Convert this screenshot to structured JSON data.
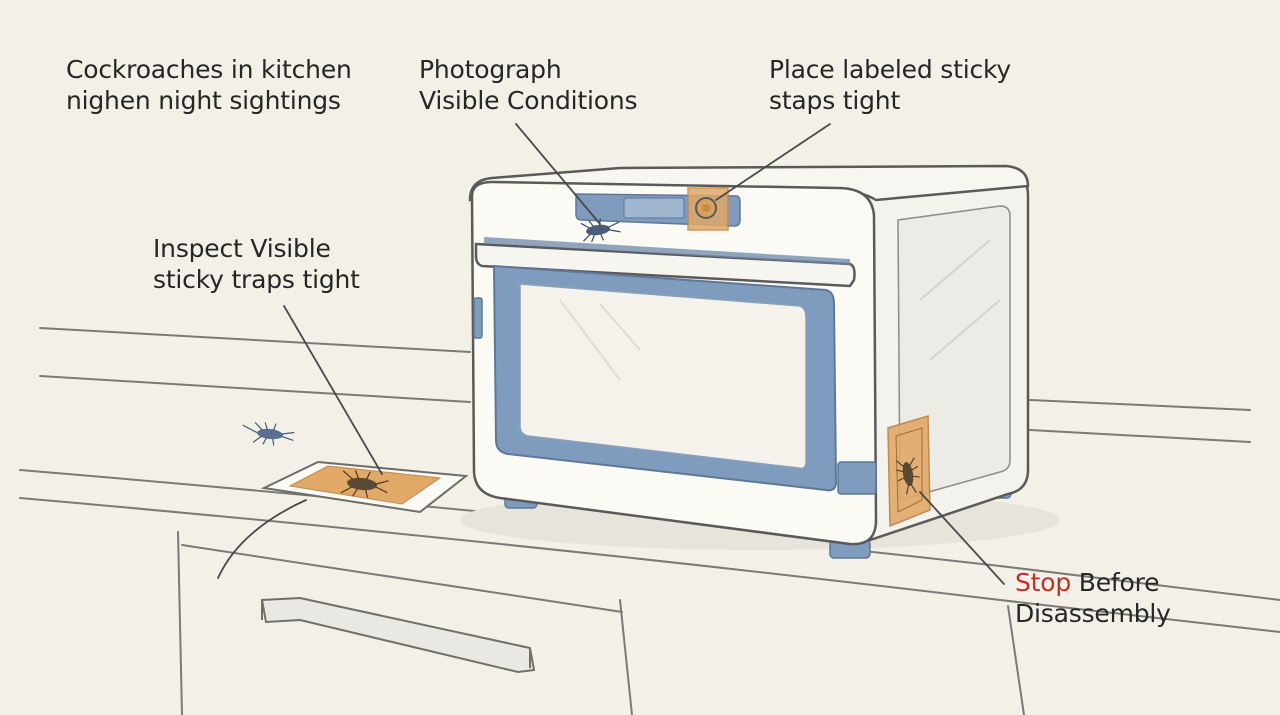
{
  "labels": {
    "cockroaches": {
      "line1": "Cockroaches in kitchen",
      "line2": "nighen night sightings"
    },
    "photograph": {
      "line1": "Photograph",
      "line2": "Visible Conditions"
    },
    "place": {
      "line1": "Place labeled sticky",
      "line2": "staps tight"
    },
    "inspect": {
      "line1": "Inspect Visible",
      "line2": "sticky traps tight"
    },
    "stop": {
      "emphasis": "Stop",
      "rest": " Before",
      "line2": "Disassembly"
    }
  },
  "colors": {
    "background": "#f3f0e7",
    "outline": "#5a5a5a",
    "appliance_body": "#fbfaf5",
    "appliance_accent": "#7f9bbd",
    "trap_fill": "#e1a868",
    "stop_red": "#c0302a",
    "text": "#262626"
  },
  "icons": {
    "cockroach": "cockroach-icon",
    "sticky_trap": "sticky-trap-icon",
    "control_knob": "knob-icon"
  }
}
